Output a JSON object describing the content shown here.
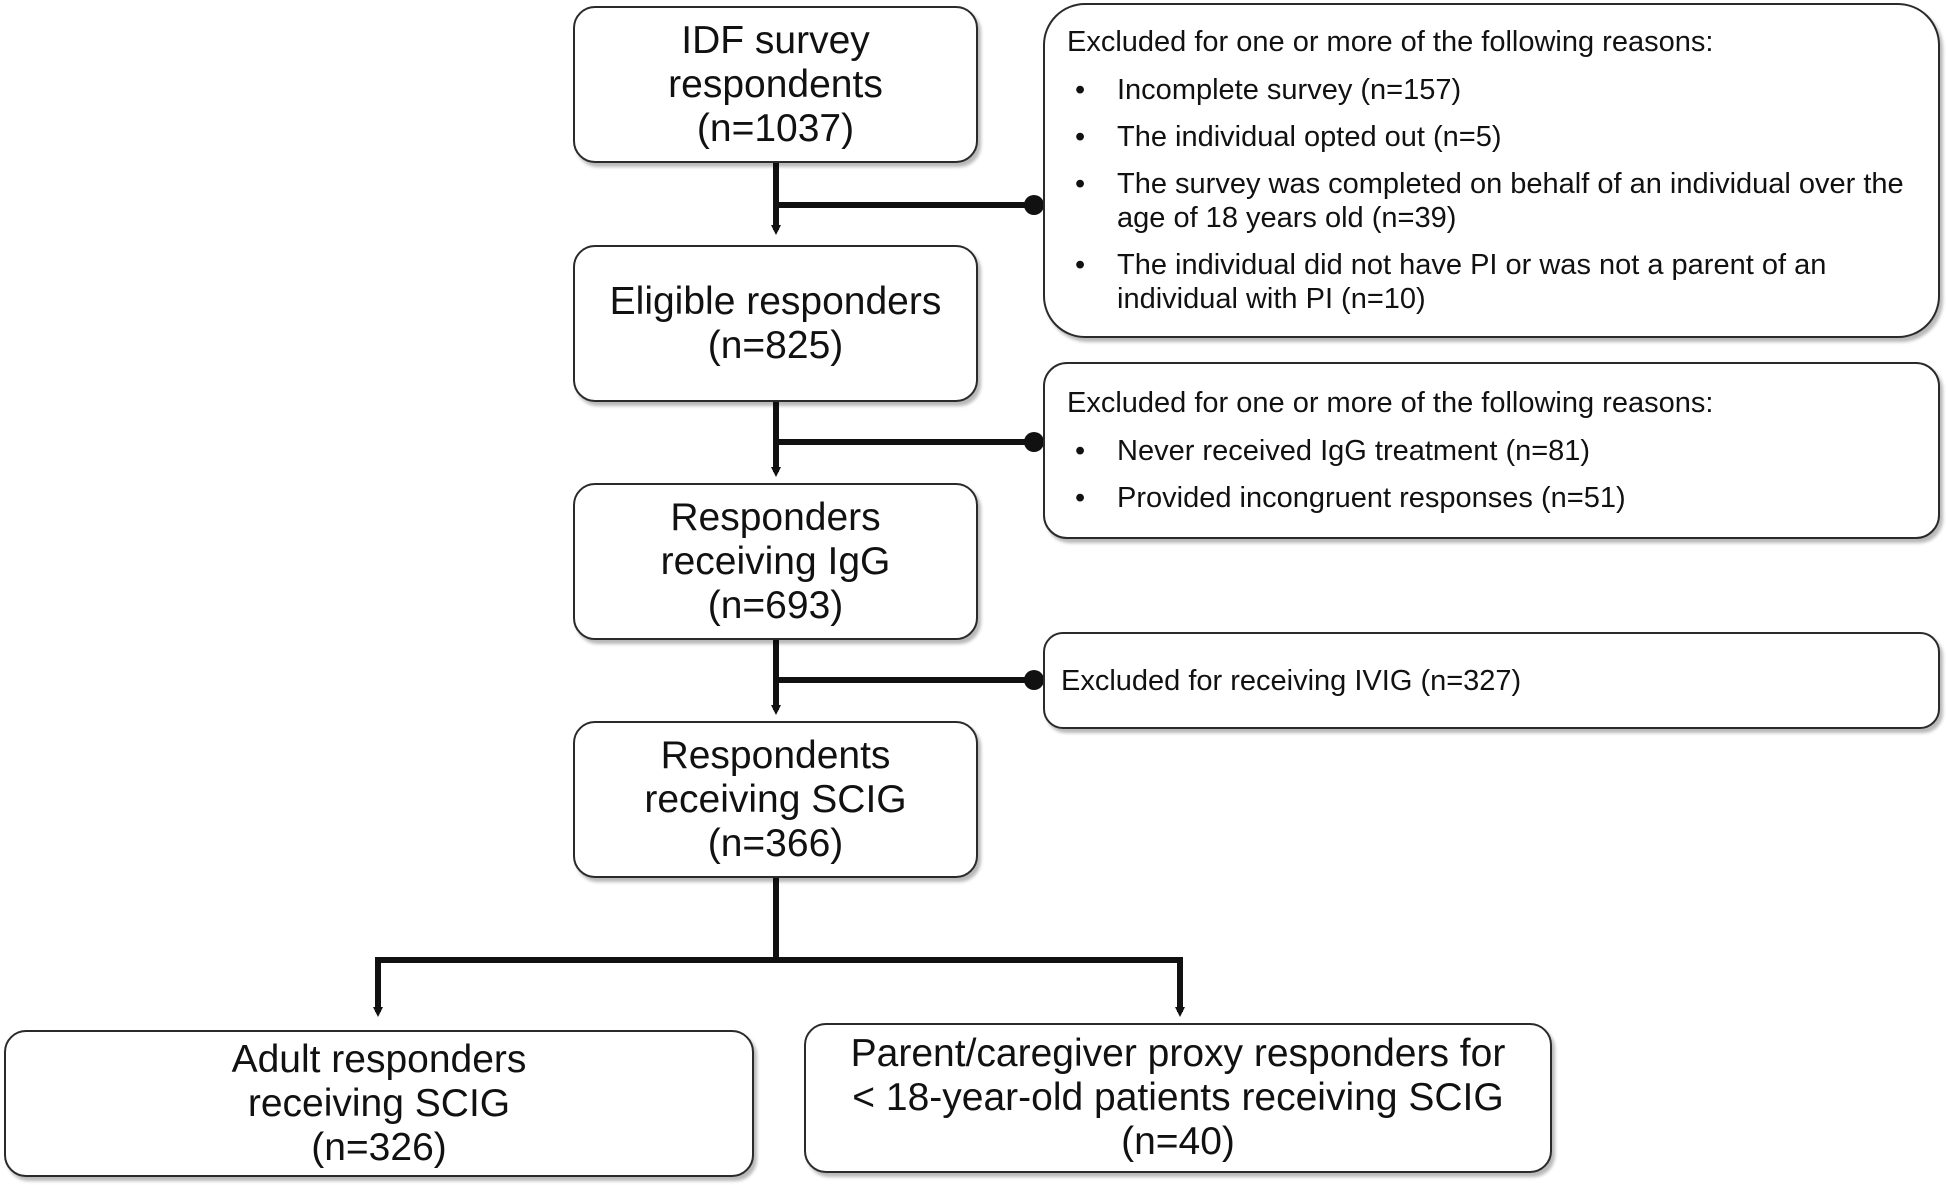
{
  "boxes": {
    "idf": {
      "lines": [
        "IDF survey",
        "respondents",
        "(n=1037)"
      ]
    },
    "eligible": {
      "lines": [
        "Eligible responders",
        "(n=825)"
      ]
    },
    "igg": {
      "lines": [
        "Responders",
        "receiving IgG",
        "(n=693)"
      ]
    },
    "scig": {
      "lines": [
        "Respondents",
        "receiving SCIG",
        "(n=366)"
      ]
    },
    "adult": {
      "lines": [
        "Adult responders",
        "receiving SCIG",
        "(n=326)"
      ]
    },
    "proxy": {
      "lines": [
        "Parent/caregiver proxy responders for",
        "< 18-year-old patients receiving SCIG",
        "(n=40)"
      ]
    }
  },
  "exclusions": {
    "first": {
      "heading": "Excluded for one or more of the following reasons:",
      "items": [
        "Incomplete survey (n=157)",
        "The individual opted out (n=5)",
        "The survey was completed on behalf of an individual over the age of 18 years old (n=39)",
        "The individual did not have PI or was not a parent of an individual with PI (n=10)"
      ]
    },
    "second": {
      "heading": "Excluded for one or more of the following reasons:",
      "items": [
        "Never received IgG treatment (n=81)",
        "Provided incongruent responses (n=51)"
      ]
    },
    "third": {
      "text": "Excluded for receiving IVIG (n=327)"
    }
  }
}
